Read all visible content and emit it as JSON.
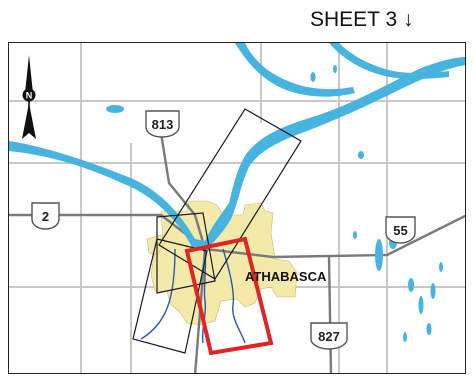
{
  "sheet_label": "SHEET 3 ↓",
  "town_label": "ATHABASCA",
  "highways": [
    {
      "id": "hwy-813",
      "label": "813"
    },
    {
      "id": "hwy-2",
      "label": "2"
    },
    {
      "id": "hwy-55",
      "label": "55"
    },
    {
      "id": "hwy-827",
      "label": "827"
    }
  ],
  "north_arrow": {
    "label": "N",
    "icon": "north-arrow-icon"
  },
  "colors": {
    "water": "#47b4e0",
    "urban": "#f3eaaa",
    "roads_major": "#7a7a7a",
    "roads_minor": "#c8c8c8",
    "highlight_sheet": "#e02424",
    "sheet_outline": "#1a1a1a",
    "stream": "#2b5aa8"
  }
}
